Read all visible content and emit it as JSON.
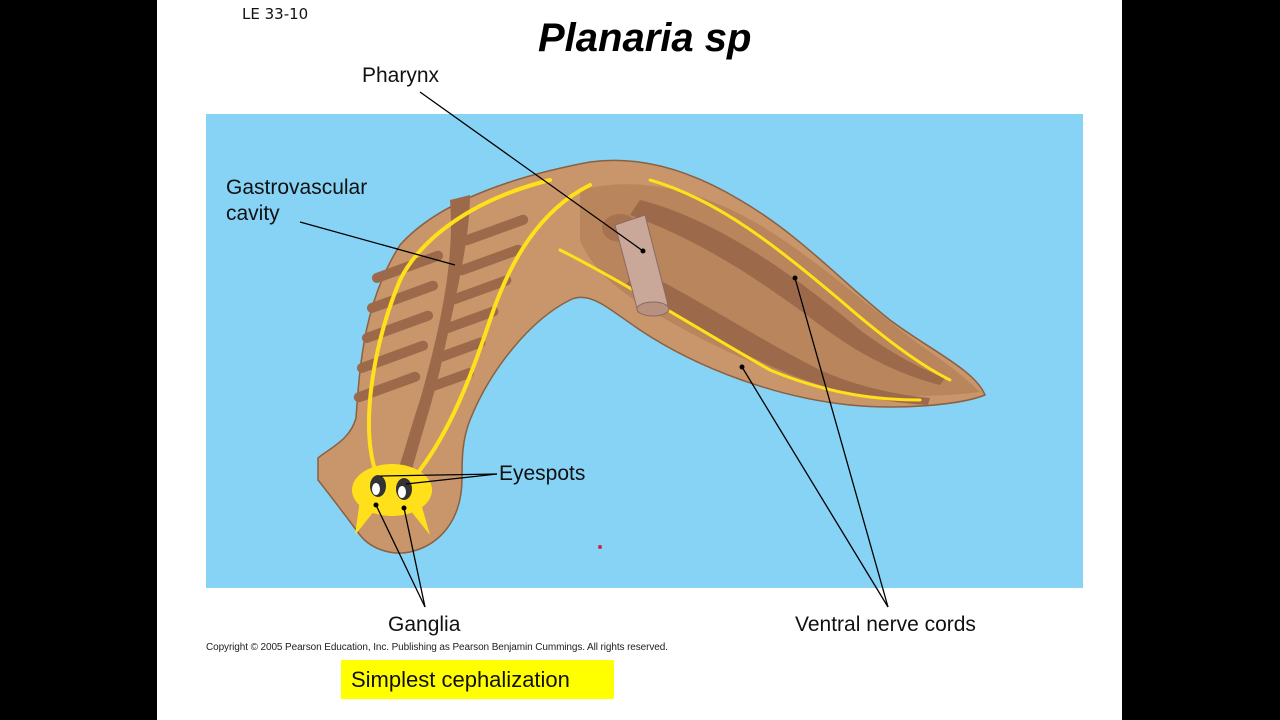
{
  "slide": {
    "id_label": "LE 33-10",
    "title": "Planaria sp",
    "copyright": "Copyright ©  2005 Pearson Education, Inc. Publishing as Pearson Benjamin Cummings. All rights reserved.",
    "callout": "Simplest cephalization"
  },
  "diagram": {
    "subject": "Planaria flatworm anatomy",
    "background_color": "#87d3f5",
    "body_color": "#c8966a",
    "gut_color": "#9c6a4a",
    "nerve_color": "#ffe01a",
    "labels": {
      "pharynx": "Pharynx",
      "gastrovascular_line1": "Gastrovascular",
      "gastrovascular_line2": "cavity",
      "eyespots": "Eyespots",
      "ganglia": "Ganglia",
      "ventral_nerve_cords": "Ventral nerve cords"
    }
  },
  "colors": {
    "callout_bg": "#ffff00",
    "letterbox": "#000000",
    "slide_bg": "#ffffff"
  }
}
